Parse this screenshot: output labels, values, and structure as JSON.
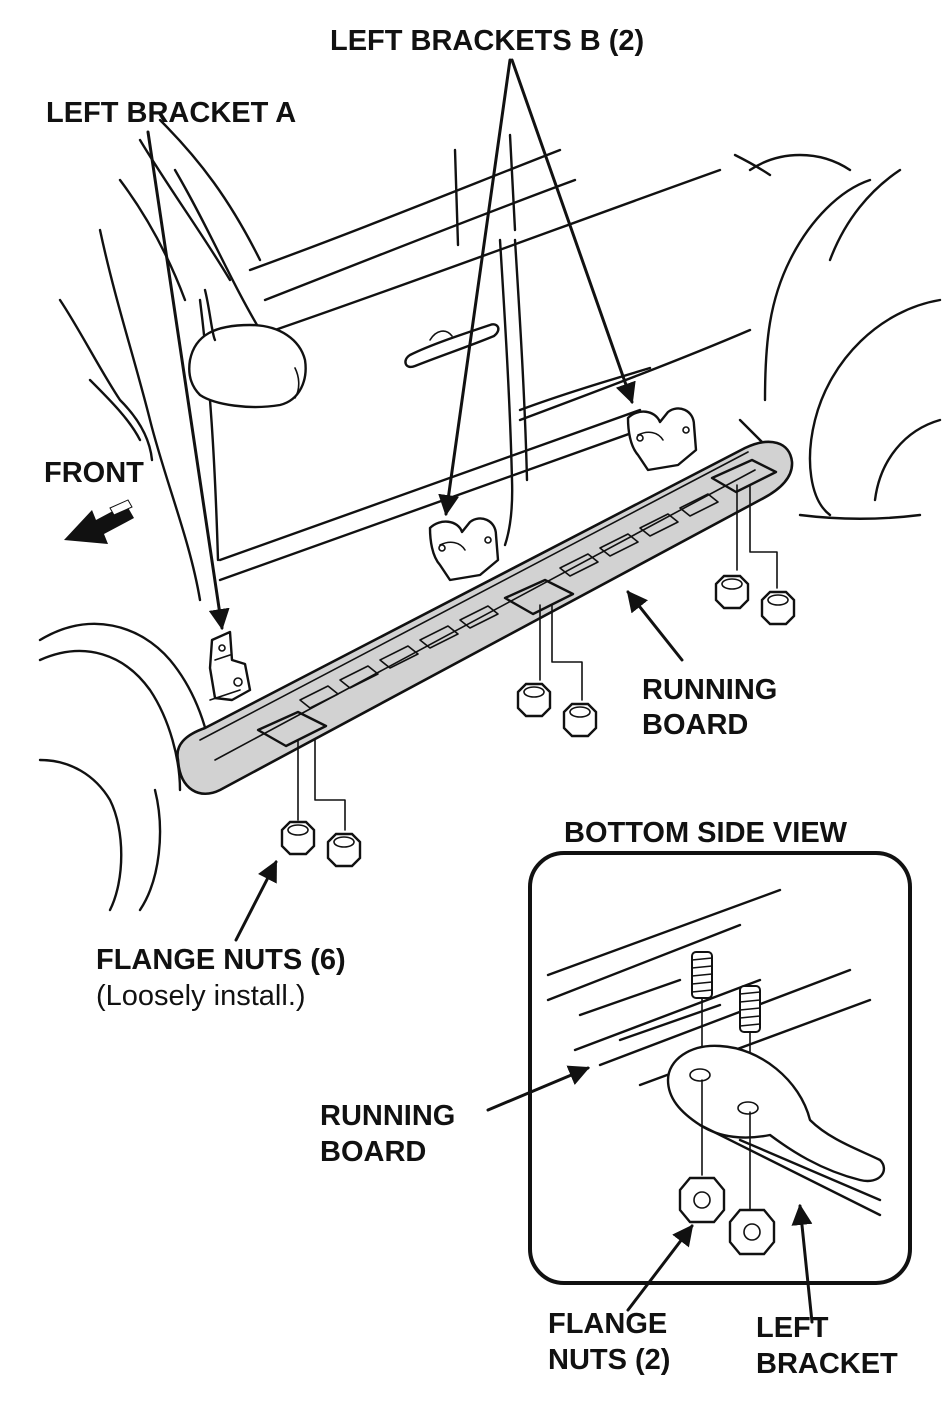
{
  "labels": {
    "left_brackets_b": "LEFT BRACKETS B (2)",
    "left_bracket_a": "LEFT BRACKET A",
    "front": "FRONT",
    "running_board_line1": "RUNNING",
    "running_board_line2": "BOARD",
    "flange_nuts_6": "FLANGE NUTS (6)",
    "loosely_install": "(Loosely install.)",
    "bottom_side_view": "BOTTOM SIDE VIEW",
    "inset_running_board_line1": "RUNNING",
    "inset_running_board_line2": "BOARD",
    "inset_flange_nuts_line1": "FLANGE",
    "inset_flange_nuts_line2": "NUTS (2)",
    "inset_left_bracket_line1": "LEFT",
    "inset_left_bracket_line2": "BRACKET"
  },
  "colors": {
    "line": "#111111",
    "board_fill": "#d2d2d2",
    "background": "#ffffff"
  }
}
